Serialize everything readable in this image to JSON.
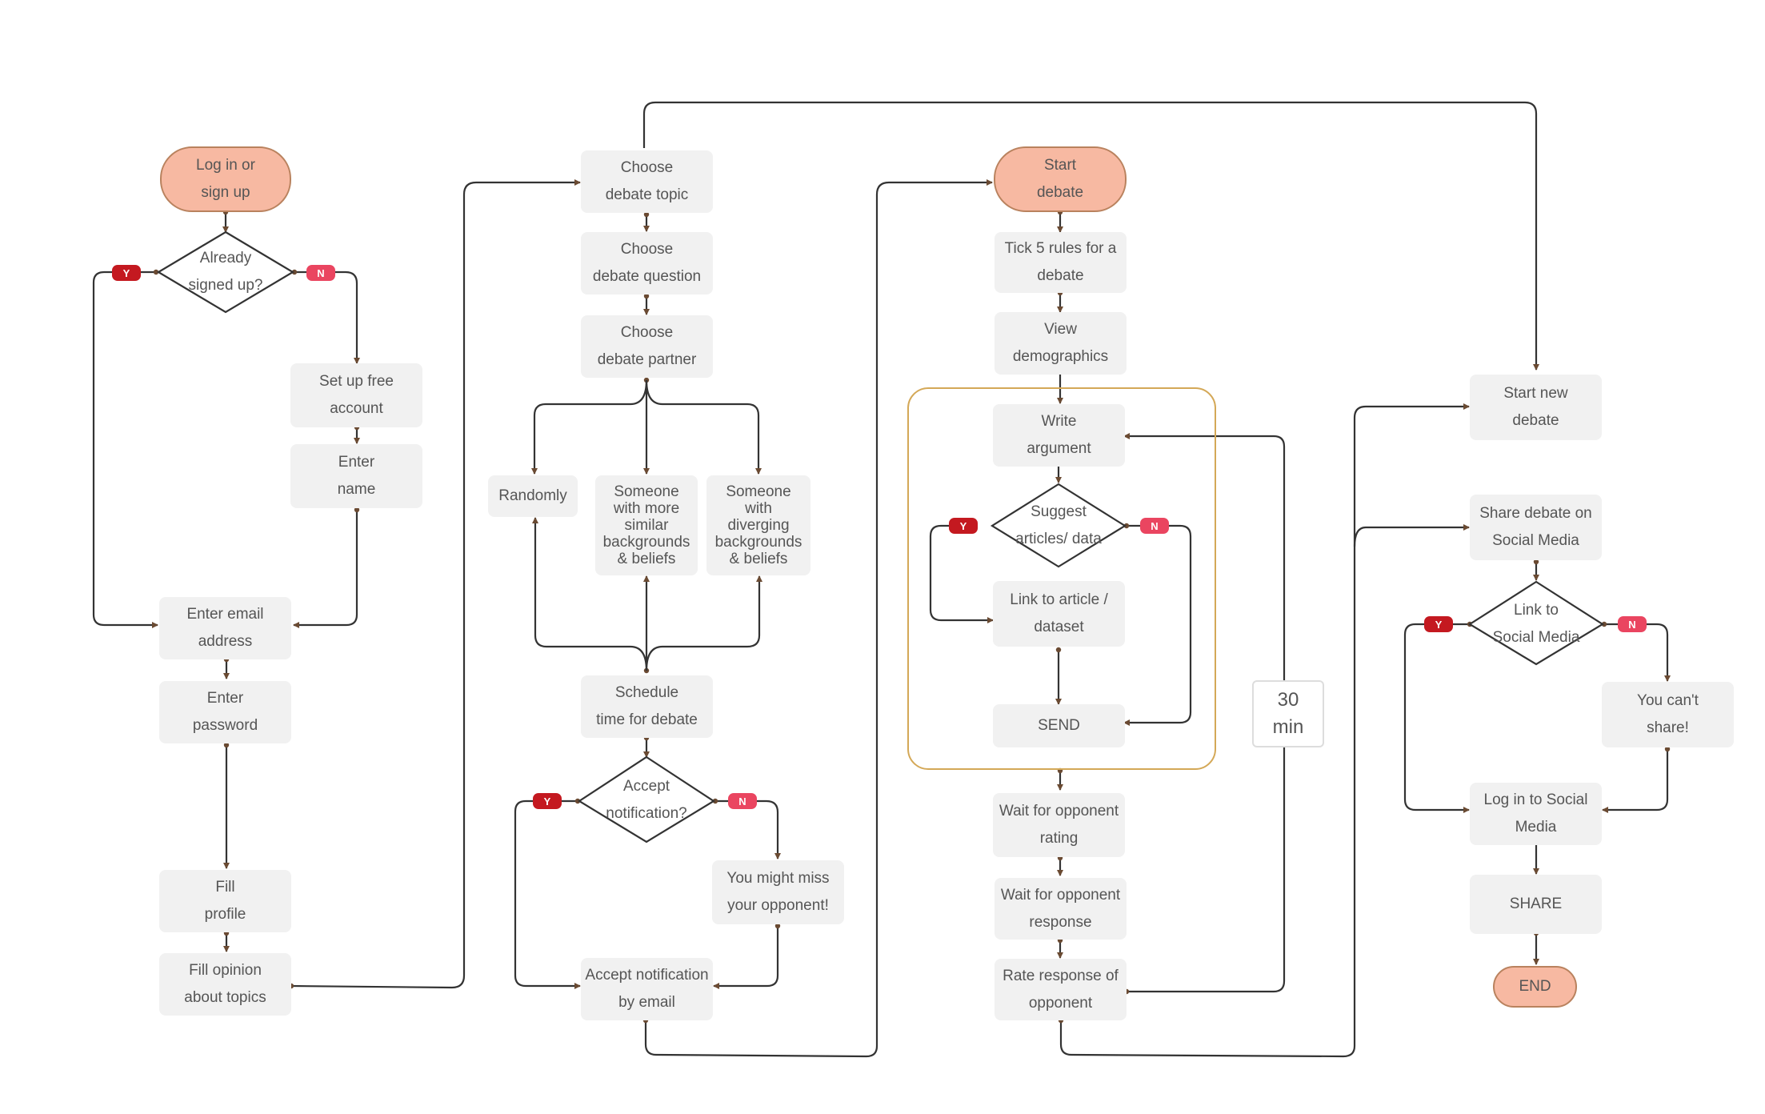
{
  "nodes": {
    "login": [
      "Log in or",
      "sign up"
    ],
    "already": [
      "Already",
      "signed up?"
    ],
    "setup": [
      "Set up free",
      "account"
    ],
    "entername": [
      "Enter",
      "name"
    ],
    "email": [
      "Enter email",
      "address"
    ],
    "password": [
      "Enter",
      "password"
    ],
    "fillprofile": [
      "Fill",
      "profile"
    ],
    "opinion": [
      "Fill opinion",
      "about topics"
    ],
    "topic": [
      "Choose",
      "debate topic"
    ],
    "question": [
      "Choose",
      "debate question"
    ],
    "partner": [
      "Choose",
      "debate partner"
    ],
    "randomly": [
      "Randomly"
    ],
    "similar": [
      "Someone",
      "with more",
      "similar",
      "backgrounds",
      "& beliefs"
    ],
    "diverging": [
      "Someone",
      "with",
      "diverging",
      "backgrounds",
      "& beliefs"
    ],
    "schedule": [
      "Schedule",
      "time for debate"
    ],
    "acceptq": [
      "Accept",
      "notification?"
    ],
    "miss": [
      "You might miss",
      "your opponent!"
    ],
    "acceptemail": [
      "Accept notification",
      "by email"
    ],
    "start": [
      "Start",
      "debate"
    ],
    "tick": [
      "Tick 5 rules for a",
      "debate"
    ],
    "demo": [
      "View",
      "demographics"
    ],
    "write": [
      "Write",
      "argument"
    ],
    "suggest": [
      "Suggest",
      "articles/ data"
    ],
    "link": [
      "Link to article /",
      "dataset"
    ],
    "send": [
      "SEND"
    ],
    "waitrating": [
      "Wait for opponent",
      "rating"
    ],
    "waitresponse": [
      "Wait for opponent",
      "response"
    ],
    "rate": [
      "Rate response of",
      "opponent"
    ],
    "timer": [
      "30",
      "min"
    ],
    "startnew": [
      "Start new",
      "debate"
    ],
    "sharesm": [
      "Share debate on",
      "Social Media"
    ],
    "linksm": [
      "Link to",
      "Social Media"
    ],
    "cantshare": [
      "You can't",
      "share!"
    ],
    "loginsm": [
      "Log in to Social",
      "Media"
    ],
    "share": [
      "SHARE"
    ],
    "end": [
      "END"
    ]
  },
  "badges": {
    "yes": "Y",
    "no": "N"
  },
  "colors": {
    "box_fill": "#f1f1f1",
    "terminal_fill": "#f7b9a2",
    "terminal_border": "#b9825e",
    "connector": "#333333",
    "yes_badge": "#c41920",
    "no_badge": "#ea4560",
    "group_border": "#d4a857"
  }
}
